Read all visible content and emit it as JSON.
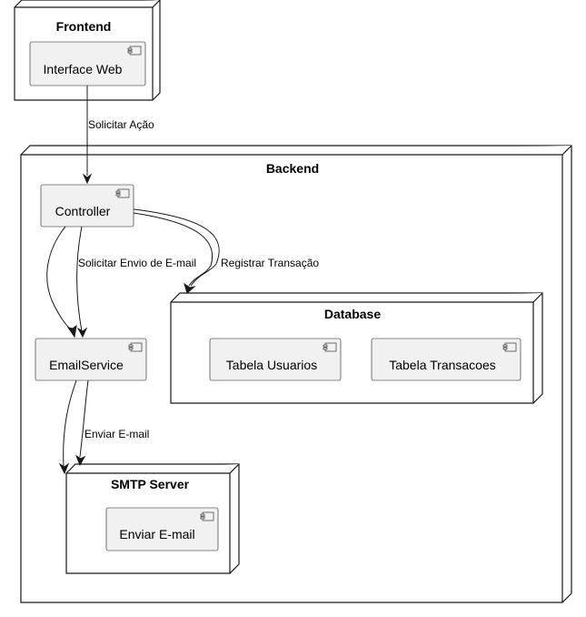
{
  "nodes": {
    "frontend": {
      "title": "Frontend"
    },
    "backend": {
      "title": "Backend"
    },
    "database": {
      "title": "Database"
    },
    "smtp": {
      "title": "SMTP Server"
    }
  },
  "components": {
    "interface_web": "Interface Web",
    "controller": "Controller",
    "email_service": "EmailService",
    "tabela_usuarios": "Tabela Usuarios",
    "tabela_transacoes": "Tabela Transacoes",
    "enviar_email": "Enviar E-mail"
  },
  "edges": {
    "solicitar_acao": "Solicitar Ação",
    "solicitar_envio": "Solicitar Envio de E-mail",
    "registrar_transacao": "Registrar Transação",
    "enviar_email": "Enviar E-mail"
  }
}
